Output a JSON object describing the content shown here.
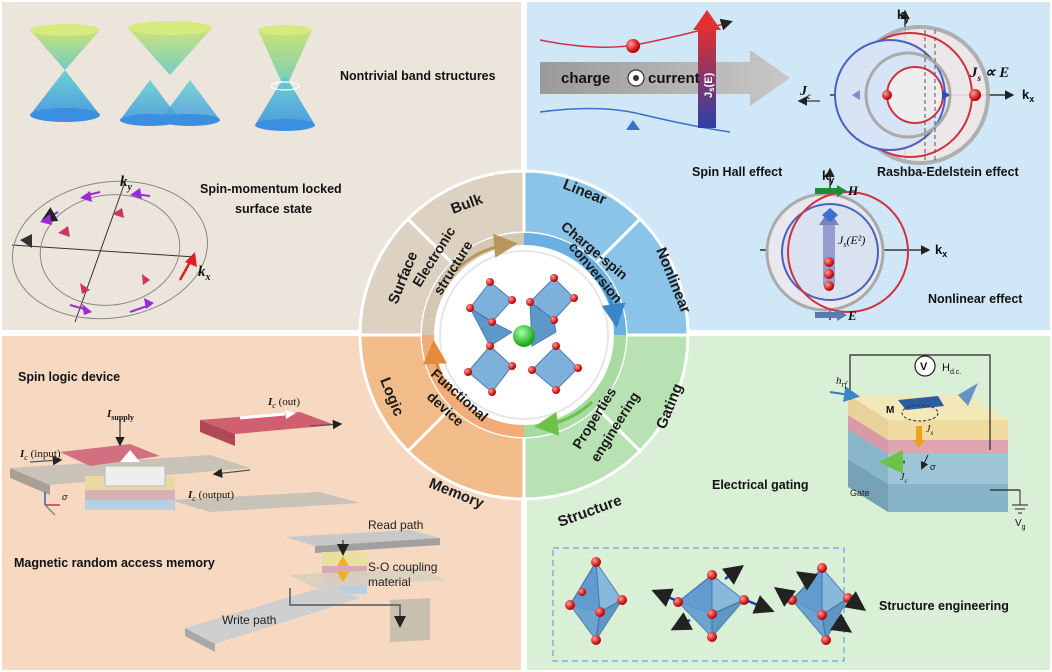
{
  "colors": {
    "q1_bg": "#ece5dc",
    "q2_bg": "#cfe7f6",
    "q3_bg": "#f7d9c1",
    "q4_bg": "#d9efd6",
    "accent_gold": "#b9975a",
    "accent_blue": "#3b86c6",
    "accent_green": "#6cc24a",
    "accent_orange": "#e48a3c"
  },
  "quadrants": {
    "top_left": {
      "title_band": "Nontrivial band structures",
      "title_surface_1": "Spin-momentum locked",
      "title_surface_2": "surface state",
      "axis_ky": "k",
      "axis_ky_sub": "y",
      "axis_kx": "k",
      "axis_kx_sub": "x"
    },
    "top_right": {
      "charge": "charge",
      "current": "current",
      "js_label": "J",
      "js_sub": "s",
      "js_arg": "(E)",
      "jc": "J",
      "jc_sub": "c",
      "spin_hall": "Spin Hall effect",
      "rashba": "Rashba-Edelstein effect",
      "js_prop": "J",
      "js_prop_sub": "s",
      "js_prop_rest": " ∝ E",
      "ky": "k",
      "ky_sub": "y",
      "kx": "k",
      "kx_sub": "x",
      "ky2": "k",
      "ky2_sub": "y",
      "kx2": "k",
      "kx2_sub": "x",
      "H": "H",
      "E": "E",
      "js_e2": "J",
      "js_e2_sub": "s",
      "js_e2_arg": "(E²)",
      "nonlinear": "Nonlinear effect"
    },
    "bottom_left": {
      "spin_logic": "Spin logic device",
      "isupply": "I",
      "isupply_sub": "supply",
      "ic_out": "I",
      "ic_out_sub": "c",
      "ic_out_rest": " (out)",
      "ic_in": "I",
      "ic_in_sub": "c",
      "ic_in_rest": " (input)",
      "ic_output": "I",
      "ic_output_sub": "c",
      "ic_output_rest": " (output)",
      "sigma": "σ",
      "mram": "Magnetic random access memory",
      "read_path": "Read path",
      "so1": "S-O coupling",
      "so2": "material",
      "write_path": "Write path"
    },
    "bottom_right": {
      "hrf": "h",
      "hrf_sub": "rf",
      "V": "V",
      "hdc": "H",
      "hdc_sub": "d.c.",
      "M": "M",
      "js": "J",
      "js_sub": "s",
      "jc": "J",
      "jc_sub": "c",
      "sigma": "σ",
      "gate": "Gate",
      "vg": "V",
      "vg_sub": "g",
      "electrical_gating": "Electrical gating",
      "structure_engineering": "Structure engineering"
    }
  },
  "wheel": {
    "outer": {
      "bulk": "Bulk",
      "surface": "Surface",
      "linear": "Linear",
      "nonlinear": "Nonlinear",
      "gating": "Gating",
      "structure": "Structure",
      "memory": "Memory",
      "logic": "Logic"
    },
    "inner": {
      "electronic_1": "Electronic",
      "electronic_2": "structure",
      "charge_spin_1": "Charge-spin",
      "charge_spin_2": "conversion",
      "properties_1": "Properties",
      "properties_2": "engineering",
      "functional_1": "Functional",
      "functional_2": "device"
    }
  }
}
